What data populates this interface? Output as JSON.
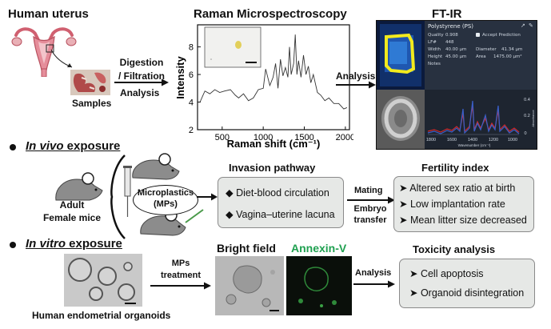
{
  "top": {
    "uterus_title": "Human uterus",
    "samples_label": "Samples",
    "digestion_line1": "Digestion",
    "digestion_line2": "/ Filtration",
    "analysis_label": "Analysis",
    "raman_title": "Raman Microspectroscopy",
    "raman_ylabel": "Intensity",
    "raman_xlabel": "Raman shift (cm⁻¹)",
    "analysis2_label": "Analysis",
    "ftir_title": "FT-IR"
  },
  "ftir_panel": {
    "polymer": "Polystyrene (PS)",
    "quality_label": "Quality",
    "quality_value": "0.908",
    "lf_label": "LF#",
    "lf_value": "448",
    "width_label": "Width",
    "width_value": "40.00 µm",
    "height_label": "Height",
    "height_value": "45.00 µm",
    "notes_label": "Notes",
    "accept_label": "Accept Prediction",
    "diameter_label": "Diameter",
    "diameter_value": "41.34 µm",
    "area_label": "Area",
    "area_value": "1475.00 µm²",
    "x_ticks": [
      "1800",
      "1600",
      "1400",
      "1200",
      "1000"
    ],
    "y_ticks": [
      "0.4",
      "0.2",
      "0"
    ],
    "xlabel": "Wavenumber (cm⁻¹)",
    "ylabel": "Absorbance"
  },
  "invivo": {
    "heading_em": "In vivo",
    "heading_rest": " exposure",
    "mice_line1": "Adult",
    "mice_line2": "Female mice",
    "mps_line1": "Microplastics",
    "mps_line2": "(MPs)",
    "pathway_title": "Invasion pathway",
    "pathway_items": [
      "Diet-blood circulation",
      "Vagina–uterine lacuna"
    ],
    "mating_label": "Mating",
    "embryo_line1": "Embryo",
    "embryo_line2": "transfer",
    "fertility_title": "Fertility index",
    "fertility_items": [
      "Altered sex ratio at birth",
      "Low implantation rate",
      "Mean litter size decreased"
    ]
  },
  "invitro": {
    "heading_em": "In vitro",
    "heading_rest": " exposure",
    "organoids_label": "Human endometrial organoids",
    "mps_line1": "MPs",
    "mps_line2": "treatment",
    "bright_title": "Bright field",
    "annexin_title": "Annexin-V",
    "analysis_label": "Analysis",
    "toxicity_title": "Toxicity analysis",
    "toxicity_items": [
      "Cell apoptosis",
      "Organoid disintegration"
    ]
  },
  "chart_data": {
    "type": "line",
    "title": "Raman Microspectroscopy",
    "xlabel": "Raman shift (cm⁻¹)",
    "ylabel": "Intensity",
    "xlim": [
      200,
      2050
    ],
    "ylim": [
      2,
      9.6
    ],
    "xticks": [
      500,
      1000,
      1500,
      2000
    ],
    "yticks": [
      2,
      4,
      6,
      8
    ],
    "x": [
      230,
      290,
      350,
      410,
      470,
      530,
      600,
      660,
      700,
      760,
      820,
      880,
      940,
      1000,
      1030,
      1080,
      1120,
      1150,
      1180,
      1210,
      1240,
      1270,
      1300,
      1320,
      1340,
      1370,
      1390,
      1410,
      1430,
      1460,
      1490,
      1520,
      1550,
      1580,
      1610,
      1660,
      1700,
      1750,
      1800,
      1860,
      1920,
      1980,
      2020
    ],
    "y": [
      4.0,
      4.8,
      4.6,
      4.9,
      4.7,
      4.8,
      4.9,
      4.5,
      4.3,
      4.6,
      4.1,
      4.3,
      4.9,
      5.0,
      6.4,
      5.2,
      5.8,
      6.8,
      5.0,
      7.1,
      5.9,
      6.5,
      5.8,
      8.0,
      6.0,
      6.8,
      8.9,
      6.0,
      7.0,
      5.8,
      7.4,
      6.0,
      6.6,
      5.4,
      6.0,
      4.7,
      4.5,
      4.1,
      4.3,
      3.9,
      3.9,
      3.5,
      3.6
    ]
  },
  "colors": {
    "box_fill": "#e6e8e6",
    "annexin_green": "#1fa050",
    "ftir_bg": "#1e2530",
    "ftir_yellow": "#f2ea1d",
    "ftir_blue": "#3a5fc8",
    "ftir_red": "#d02828"
  }
}
